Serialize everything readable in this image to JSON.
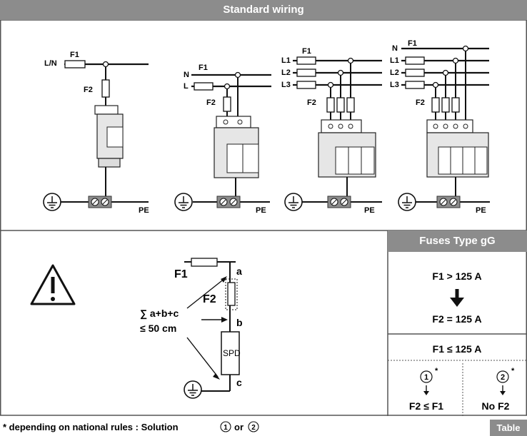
{
  "header": {
    "title": "Standard wiring"
  },
  "diagrams": {
    "d1": {
      "line1": "L/N",
      "fuse1": "F1",
      "fuse2": "F2",
      "pe": "PE"
    },
    "d2": {
      "line1": "N",
      "line2": "L",
      "fuse1": "F1",
      "fuse2": "F2",
      "pe": "PE"
    },
    "d3": {
      "line1": "L1",
      "line2": "L2",
      "line3": "L3",
      "fuse1": "F1",
      "fuse2": "F2",
      "pe": "PE"
    },
    "d4": {
      "line0": "N",
      "line1": "L1",
      "line2": "L2",
      "line3": "L3",
      "fuse1": "F1",
      "fuse2": "F2",
      "pe": "PE"
    }
  },
  "detail": {
    "f1": "F1",
    "f2": "F2",
    "a": "a",
    "b": "b",
    "c": "c",
    "sum": "∑ a+b+c",
    "limit": "≤ 50 cm",
    "spd": "SPD"
  },
  "fuses": {
    "title": "Fuses Type gG",
    "case1_condition": "F1 > 125 A",
    "case1_result": "F2 = 125 A",
    "case2_condition": "F1 ≤ 125 A",
    "option1_num": "1",
    "option1_result": "F2 ≤ F1",
    "option2_num": "2",
    "option2_result": "No F2",
    "asterisk": "*"
  },
  "footer": {
    "note_prefix": "* depending on national rules : Solution",
    "note_opt1": "1",
    "note_or": "or",
    "note_opt2": "2",
    "tag": "Table"
  }
}
